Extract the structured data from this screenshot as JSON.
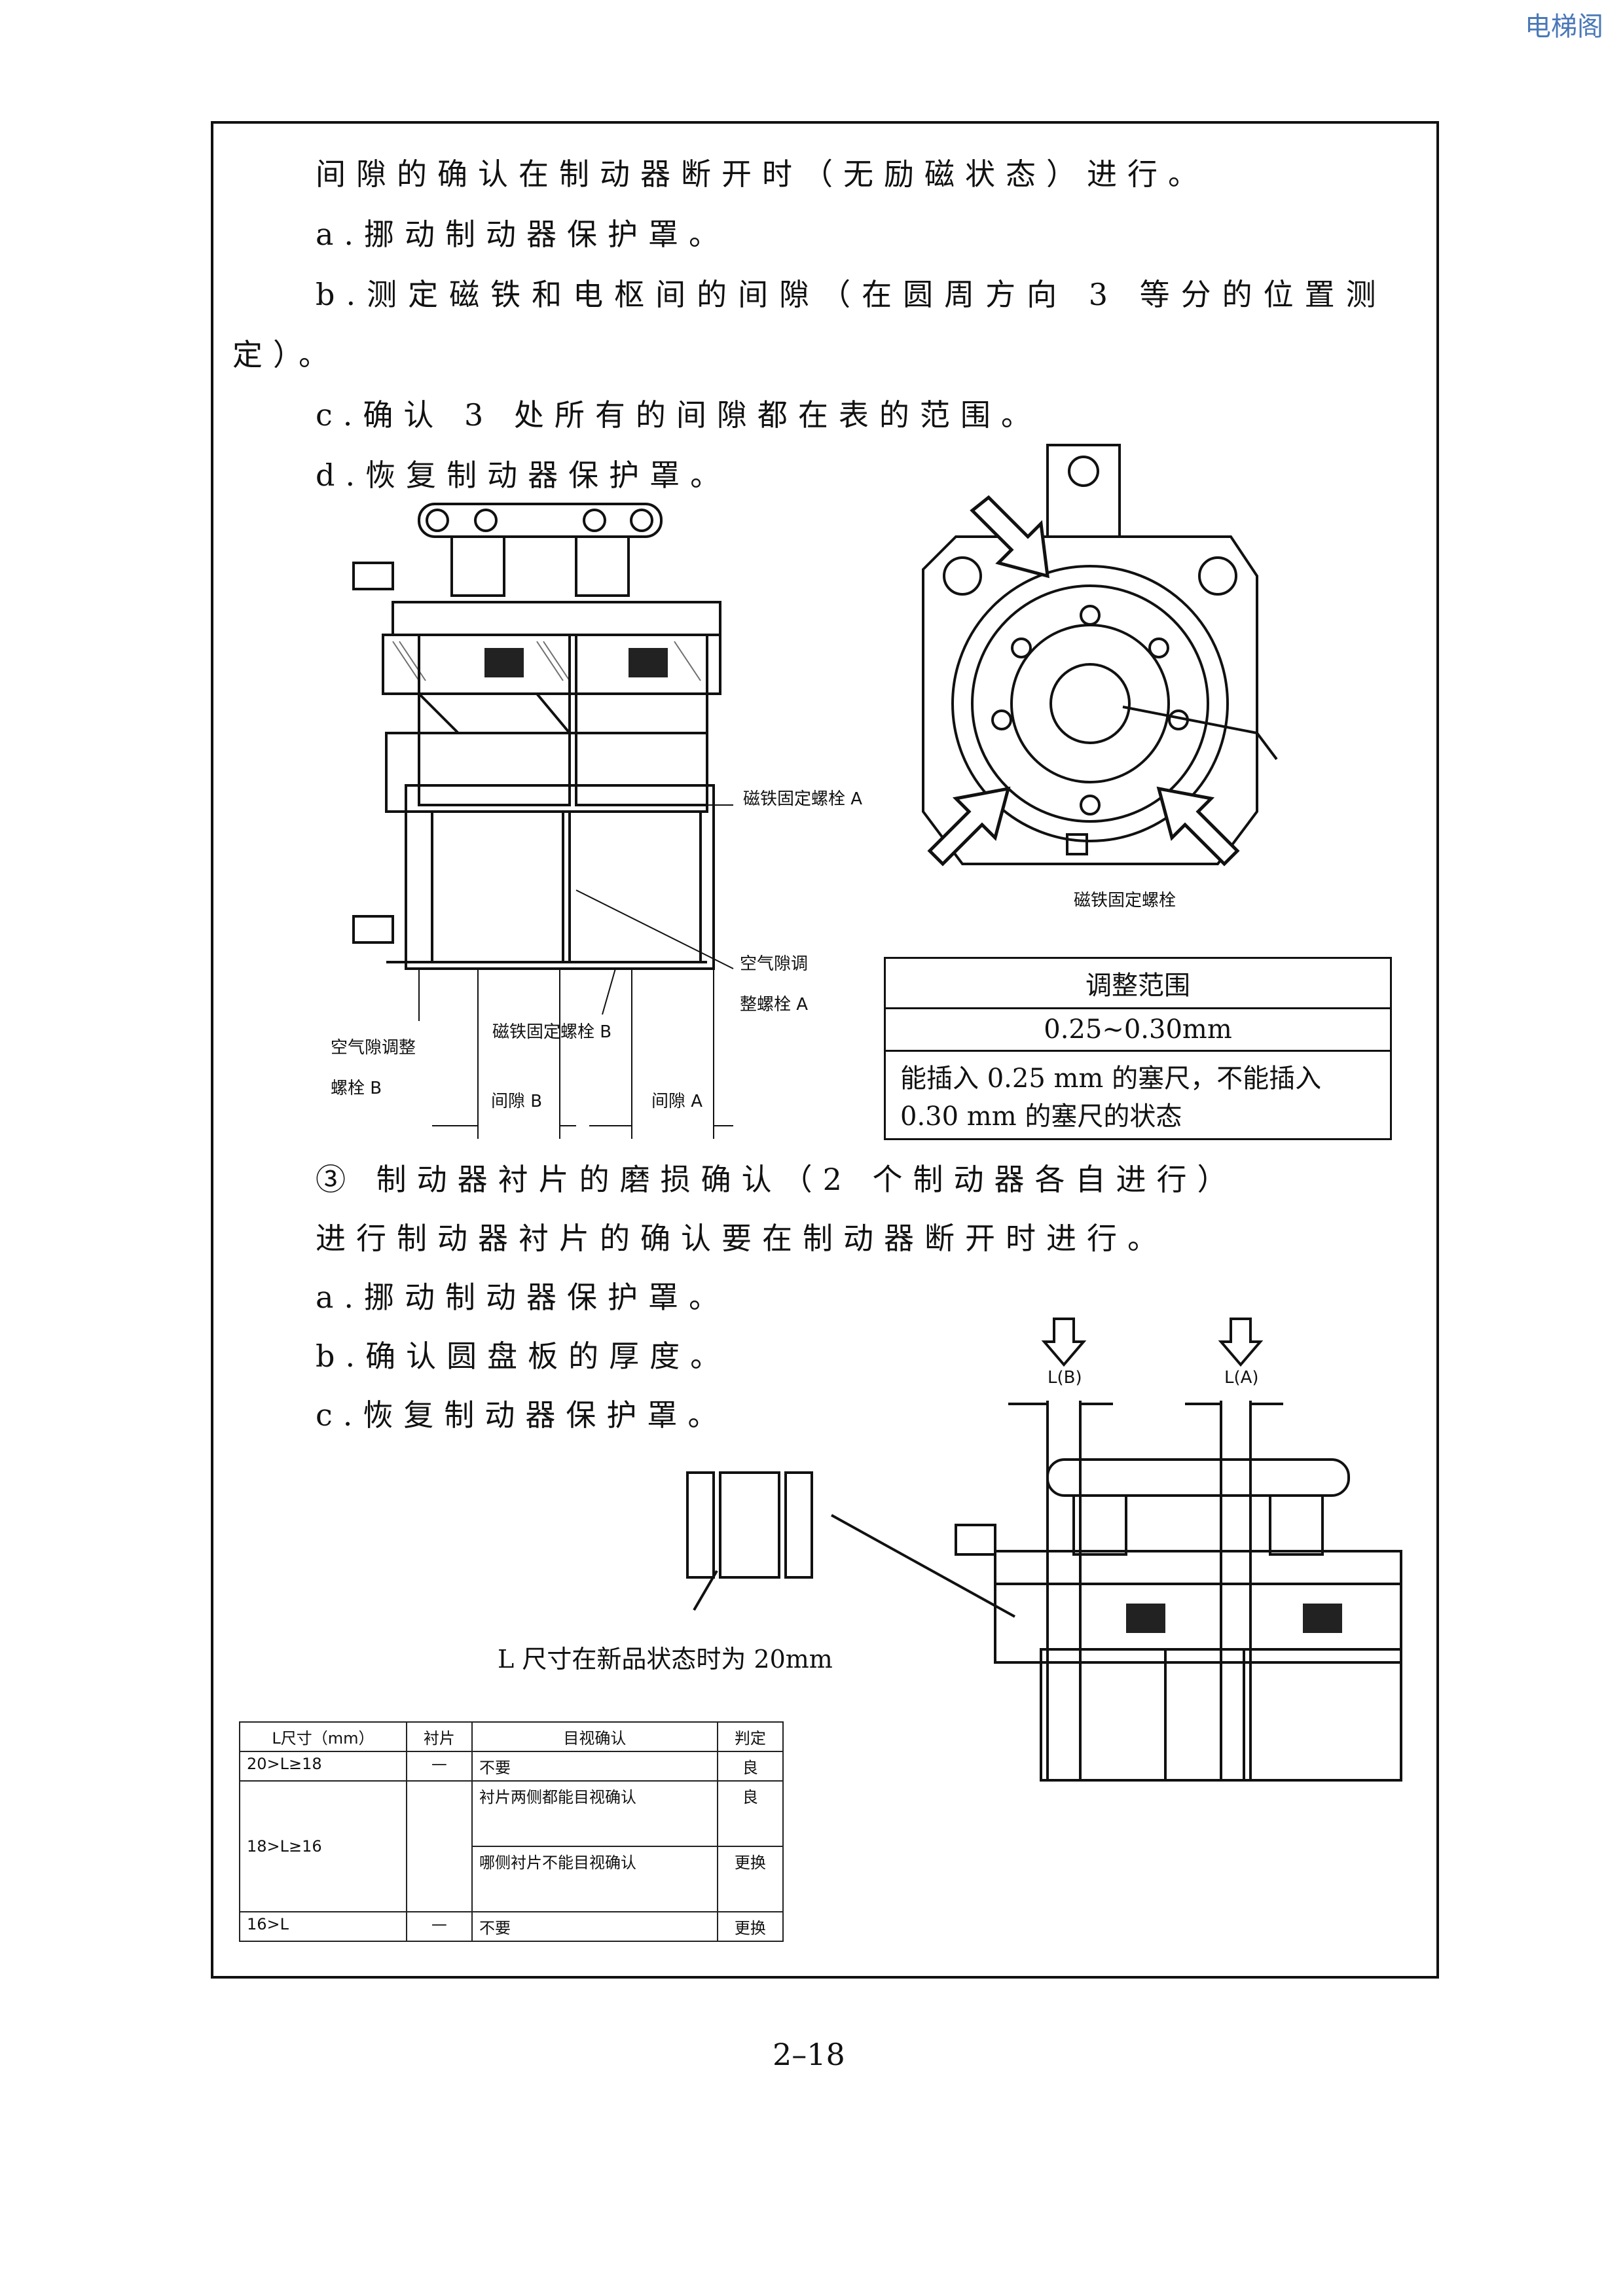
{
  "watermark": "电梯阁",
  "text": {
    "l1": "间隙的确认在制动器断开时（无励磁状态）进行。",
    "l2": "a.挪动制动器保护罩。",
    "l3": "b.测定磁铁和电枢间的间隙（在圆周方向 3 等分的位置测",
    "l4": "定）。",
    "l5": "c.确认 3 处所有的间隙都在表的范围。",
    "l6": "d.恢复制动器保护罩。",
    "s3": "③ 制动器衬片的磨损确认（2 个制动器各自进行）",
    "s3a": "进行制动器衬片的确认要在制动器断开时进行。",
    "s3b": "a.挪动制动器保护罩。",
    "s3c": "b.确认圆盘板的厚度。",
    "s3d": "c.恢复制动器保护罩。"
  },
  "fig1": {
    "bolt_a": "磁铁固定螺栓 A",
    "air_a_1": "空气隙调",
    "air_a_2": "整螺栓 A",
    "bolt_b": "磁铁固定螺栓 B",
    "air_b_1": "空气隙调整",
    "air_b_2": "螺栓 B",
    "gap_b": "间隙 B",
    "gap_a": "间隙 A"
  },
  "fig2": {
    "bolt": "磁铁固定螺栓"
  },
  "adjust_table": {
    "header": "调整范围",
    "range": "0.25~0.30mm",
    "note1": "能插入 0.25 mm 的塞尺，不能插入",
    "note2": "0.30 mm 的塞尺的状态"
  },
  "fig3": {
    "la": "L(A)",
    "lb": "L(B)"
  },
  "caption": "L 尺寸在新品状态时为 20mm",
  "l_table": {
    "headers": [
      "L尺寸（mm）",
      "衬片",
      "目视确认",
      "判定"
    ],
    "r1": [
      "20>L≥18",
      "—",
      "不要",
      "良"
    ],
    "r2_l": "18>L≥16",
    "r2a": [
      "衬片两侧都能目视确认",
      "良"
    ],
    "r2b": [
      "哪侧衬片不能目视确认",
      "更换"
    ],
    "r3": [
      "16>L",
      "—",
      "不要",
      "更换"
    ]
  },
  "page_number": "2–18"
}
